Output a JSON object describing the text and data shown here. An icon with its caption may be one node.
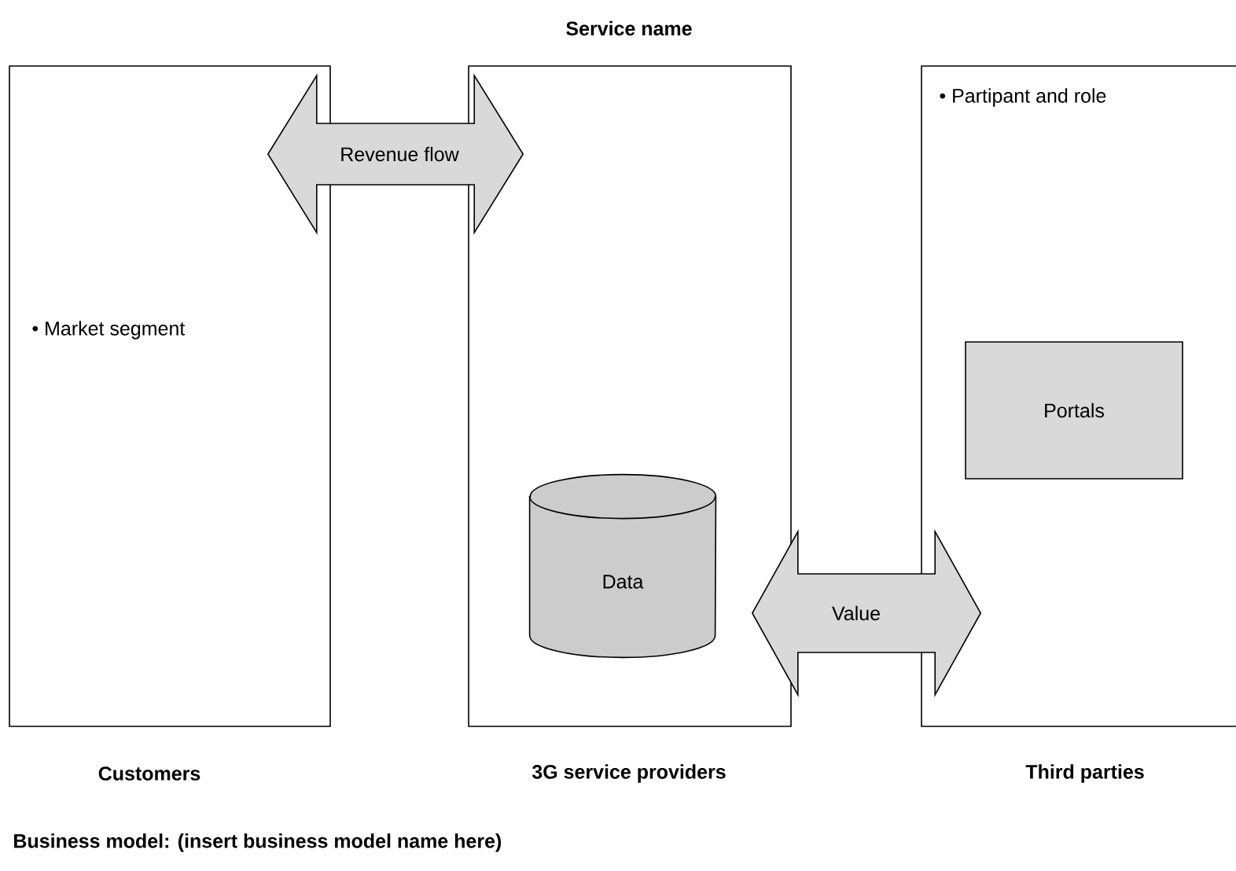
{
  "diagram": {
    "title": "Service name",
    "caption": "Business model: (insert business model name here)",
    "nodes": [
      {
        "text": [
          "• Market segment",
          "Customers"
        ]
      },
      {
        "text": [
          "3G service providers"
        ]
      },
      {
        "text": [
          "• Partipant and role",
          "Third parties"
        ]
      },
      {
        "text": [
          "Data"
        ],
        "in": 1
      },
      {
        "text": [
          "Portals"
        ],
        "in": 2
      }
    ],
    "edges": [
      {
        "from": 0,
        "to": 1,
        "arrow": "both",
        "label": "Revenue flow"
      },
      {
        "from": 1,
        "to": 2,
        "arrow": "both",
        "label": "Value"
      }
    ]
  }
}
